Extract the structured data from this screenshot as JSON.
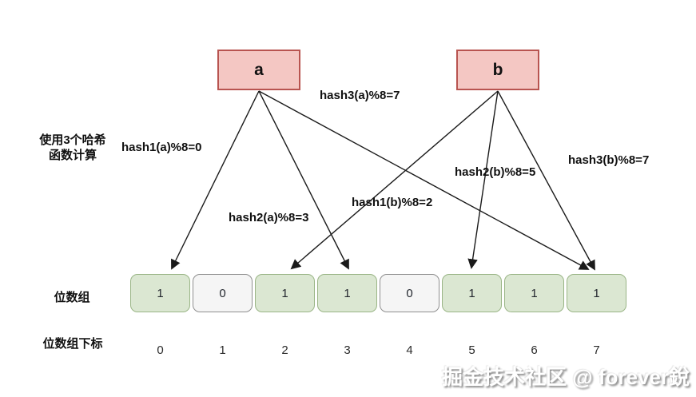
{
  "note": {
    "line1": "使用3个哈希",
    "line2": "函数计算"
  },
  "elements": {
    "a": "a",
    "b": "b"
  },
  "hash_labels": {
    "hash1_a": "hash1(a)%8=0",
    "hash2_a": "hash2(a)%8=3",
    "hash3_a": "hash3(a)%8=7",
    "hash1_b": "hash1(b)%8=2",
    "hash2_b": "hash2(b)%8=5",
    "hash3_b": "hash3(b)%8=7"
  },
  "arrows": [
    {
      "from": "a",
      "label": "hash1(a)%8=0",
      "target_index": 0
    },
    {
      "from": "a",
      "label": "hash2(a)%8=3",
      "target_index": 3
    },
    {
      "from": "a",
      "label": "hash3(a)%8=7",
      "target_index": 7
    },
    {
      "from": "b",
      "label": "hash1(b)%8=2",
      "target_index": 2
    },
    {
      "from": "b",
      "label": "hash2(b)%8=5",
      "target_index": 5
    },
    {
      "from": "b",
      "label": "hash3(b)%8=7",
      "target_index": 7
    }
  ],
  "bit_array": {
    "label": "位数组",
    "index_label": "位数组下标",
    "cells": [
      {
        "index": 0,
        "value": "1"
      },
      {
        "index": 1,
        "value": "0"
      },
      {
        "index": 2,
        "value": "1"
      },
      {
        "index": 3,
        "value": "1"
      },
      {
        "index": 4,
        "value": "0"
      },
      {
        "index": 5,
        "value": "1"
      },
      {
        "index": 6,
        "value": "1"
      },
      {
        "index": 7,
        "value": "1"
      }
    ],
    "indices": [
      "0",
      "1",
      "2",
      "3",
      "4",
      "5",
      "6",
      "7"
    ]
  },
  "watermark": "掘金技术社区 @ forever銳",
  "colors": {
    "element_box_fill": "#f4c7c3",
    "element_box_border": "#b85450",
    "set_cell_fill": "#dbe7d2",
    "set_cell_border": "#9ab586",
    "unset_cell_fill": "#f5f5f5",
    "unset_cell_border": "#8f8f8f",
    "arrow": "#1a1a1a"
  }
}
